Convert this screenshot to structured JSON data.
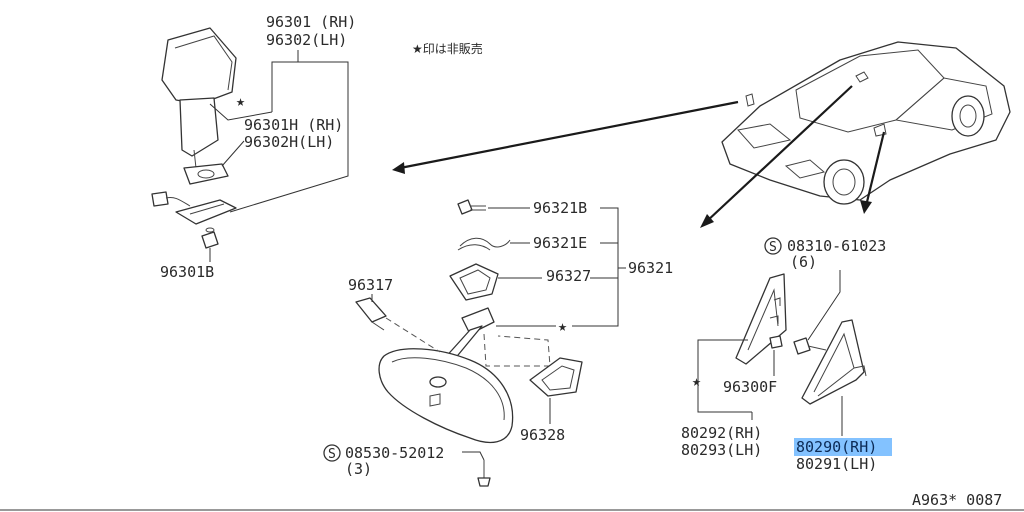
{
  "note": "★印は非販売",
  "star": "★",
  "s_mark": "S",
  "labels": {
    "p96301": "96301 (RH)",
    "p96302": "96302(LH)",
    "p96301H": "96301H (RH)",
    "p96302H": "96302H(LH)",
    "p96301B": "96301B",
    "p96321B": "96321B",
    "p96321E": "96321E",
    "p96327": "96327",
    "p96321": "96321",
    "p96317": "96317",
    "p96328": "96328",
    "p08530": "08530-52012",
    "p08530_qty": "(3)",
    "p08310": "08310-61023",
    "p08310_qty": "(6)",
    "p96300F": "96300F",
    "p80292": "80292(RH)",
    "p80293": "80293(LH)",
    "p80290": "80290(RH)",
    "p80291": "80291(LH)"
  },
  "highlight_color": "#1e90ff",
  "figure_code": "A963* 0087"
}
